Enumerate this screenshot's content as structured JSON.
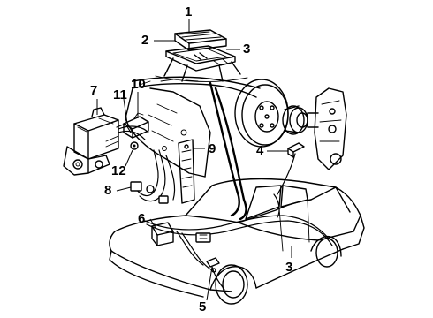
{
  "diagram": {
    "callouts": {
      "c1": "1",
      "c2": "2",
      "c3_top": "3",
      "c3_bottom": "3",
      "c4": "4",
      "c5": "5",
      "c6": "6",
      "c7": "7",
      "c8": "8",
      "c9": "9",
      "c10": "10",
      "c11": "11",
      "c12": "12"
    }
  }
}
